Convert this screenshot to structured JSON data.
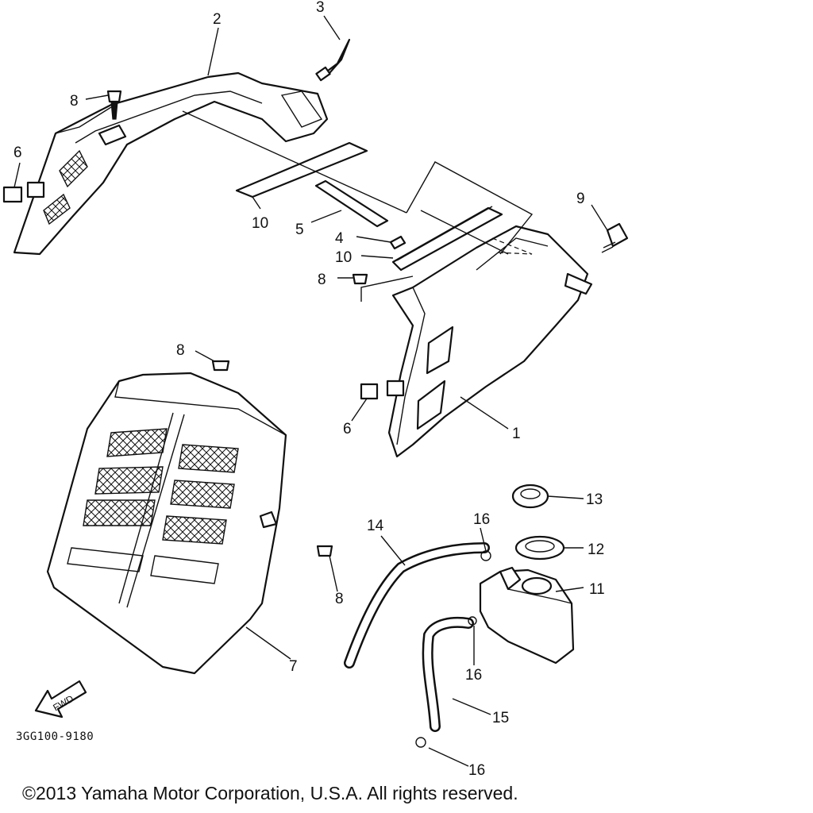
{
  "diagram": {
    "code": "3GG100-9180",
    "copyright": "©2013 Yamaha Motor Corporation, U.S.A. All rights reserved.",
    "fwd_label": "FWD",
    "callouts": [
      {
        "id": "c1",
        "text": "1"
      },
      {
        "id": "c2",
        "text": "2"
      },
      {
        "id": "c3",
        "text": "3"
      },
      {
        "id": "c4",
        "text": "4"
      },
      {
        "id": "c5",
        "text": "5"
      },
      {
        "id": "c6a",
        "text": "6"
      },
      {
        "id": "c6b",
        "text": "6"
      },
      {
        "id": "c7",
        "text": "7"
      },
      {
        "id": "c8a",
        "text": "8"
      },
      {
        "id": "c8b",
        "text": "8"
      },
      {
        "id": "c8c",
        "text": "8"
      },
      {
        "id": "c8d",
        "text": "8"
      },
      {
        "id": "c9",
        "text": "9"
      },
      {
        "id": "c10a",
        "text": "10"
      },
      {
        "id": "c10b",
        "text": "10"
      },
      {
        "id": "c11",
        "text": "11"
      },
      {
        "id": "c12",
        "text": "12"
      },
      {
        "id": "c13",
        "text": "13"
      },
      {
        "id": "c14",
        "text": "14"
      },
      {
        "id": "c15",
        "text": "15"
      },
      {
        "id": "c16a",
        "text": "16"
      },
      {
        "id": "c16b",
        "text": "16"
      },
      {
        "id": "c16c",
        "text": "16"
      }
    ]
  }
}
